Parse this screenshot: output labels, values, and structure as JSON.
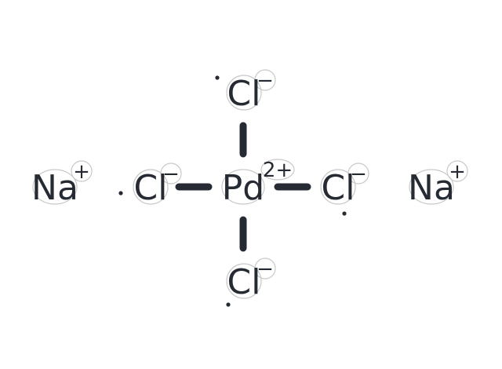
{
  "molecule": {
    "colors": {
      "ink": "#262a33",
      "background": "#ffffff",
      "halo": "#c9c9c9"
    },
    "atoms": [
      {
        "id": "na-left",
        "label": "Na",
        "charge": "+"
      },
      {
        "id": "cl-left",
        "label": "Cl",
        "charge": "−"
      },
      {
        "id": "pd-center",
        "label": "Pd",
        "charge": "2+"
      },
      {
        "id": "cl-right",
        "label": "Cl",
        "charge": "−"
      },
      {
        "id": "na-right",
        "label": "Na",
        "charge": "+"
      },
      {
        "id": "cl-top",
        "label": "Cl",
        "charge": "−"
      },
      {
        "id": "cl-bottom",
        "label": "Cl",
        "charge": "−"
      }
    ],
    "bonds": [
      {
        "from": "pd-center",
        "to": "cl-left"
      },
      {
        "from": "pd-center",
        "to": "cl-right"
      },
      {
        "from": "pd-center",
        "to": "cl-top"
      },
      {
        "from": "pd-center",
        "to": "cl-bottom"
      }
    ]
  }
}
